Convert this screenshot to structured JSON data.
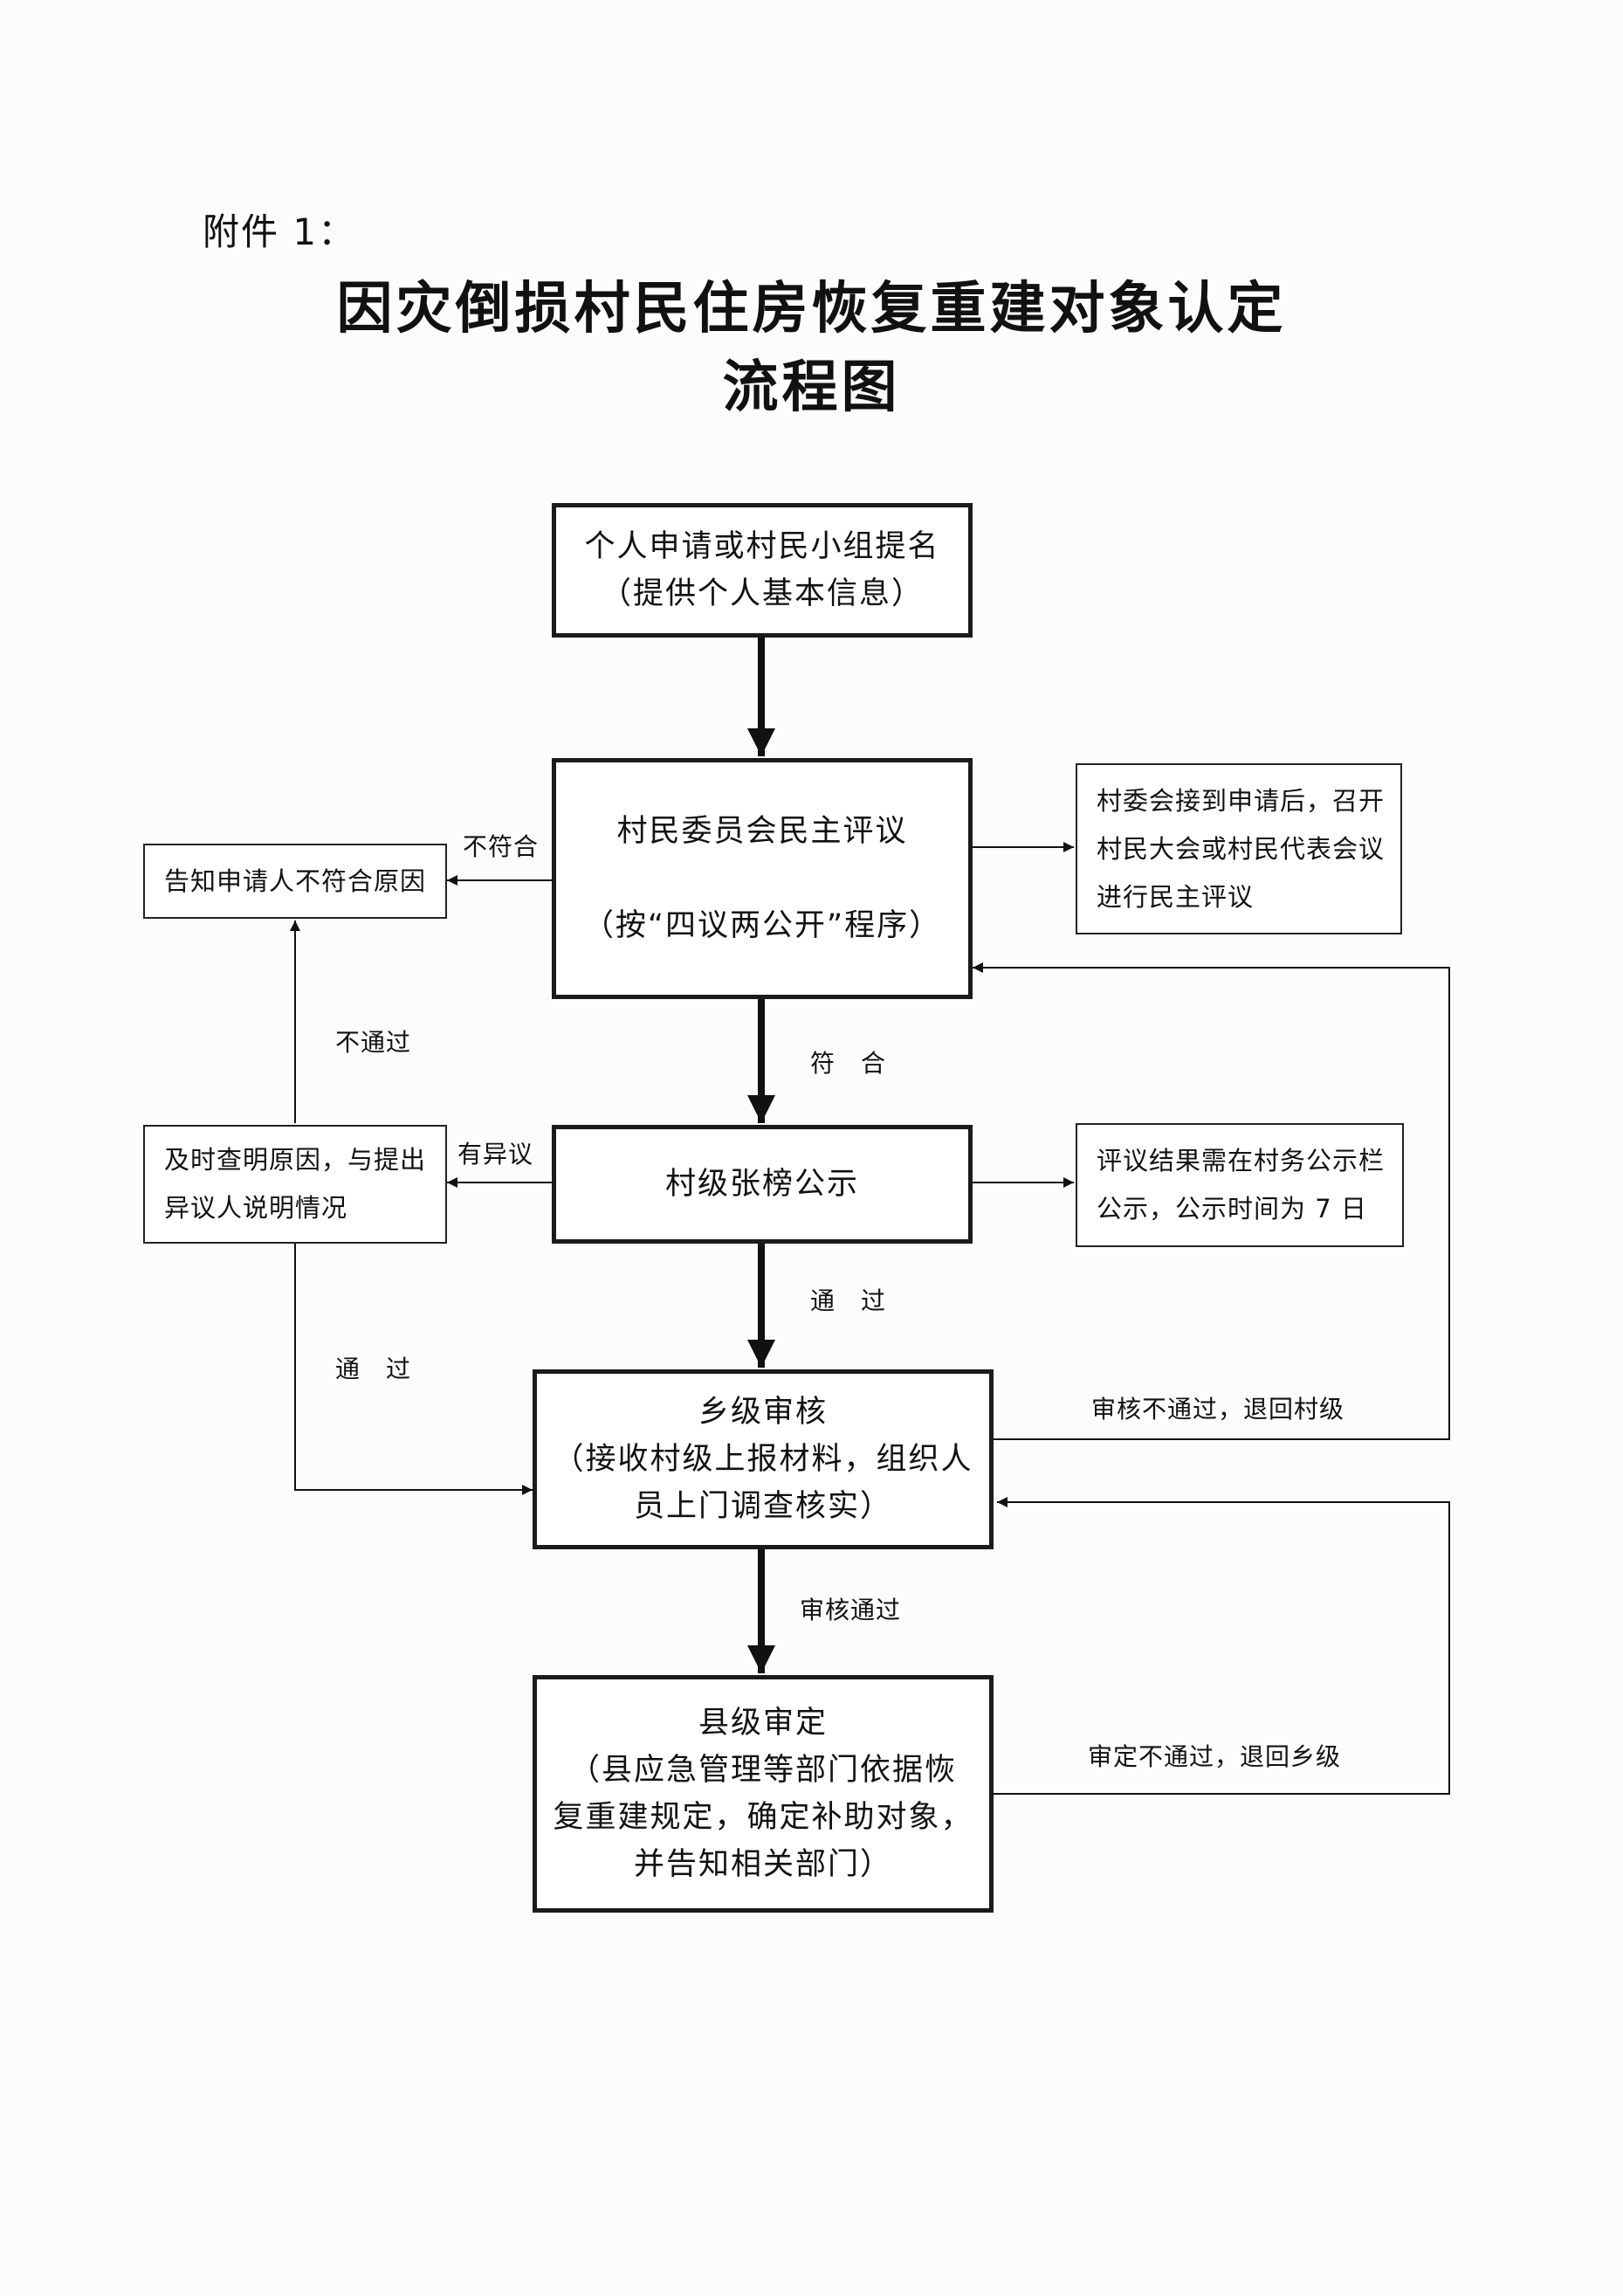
{
  "header": {
    "annex": "附件 1：",
    "title_line1": "因灾倒损村民住房恢复重建对象认定",
    "title_line2": "流程图"
  },
  "nodes": {
    "apply": [
      "个人申请或村民小组提名",
      "（提供个人基本信息）"
    ],
    "review": [
      "村民委员会民主评议",
      "",
      "（按“四议两公开”程序）"
    ],
    "review_note": [
      "村委会接到申请后，召开",
      "村民大会或村民代表会议",
      "进行民主评议"
    ],
    "notify": [
      "告知申请人不符合原因"
    ],
    "publicize": [
      "村级张榜公示"
    ],
    "publicize_note": [
      "评议结果需在村务公示栏",
      "公示，公示时间为 7 日"
    ],
    "clarify": [
      "及时查明原因，与提出",
      "异议人说明情况"
    ],
    "township": [
      "乡级审核",
      "（接收村级上报材料，组织人",
      "员上门调查核实）"
    ],
    "county": [
      "县级审定",
      "（县应急管理等部门依据恢",
      "复重建规定，确定补助对象，",
      "并告知相关部门）"
    ]
  },
  "edge_labels": {
    "not_qualified": "不符合",
    "qualified": "符　合",
    "not_passed": "不通过",
    "objection": "有异议",
    "passed_center": "通　过",
    "passed_left": "通　过",
    "township_reject": "审核不通过，退回村级",
    "township_pass": "审核通过",
    "county_reject": "审定不通过，退回乡级"
  }
}
